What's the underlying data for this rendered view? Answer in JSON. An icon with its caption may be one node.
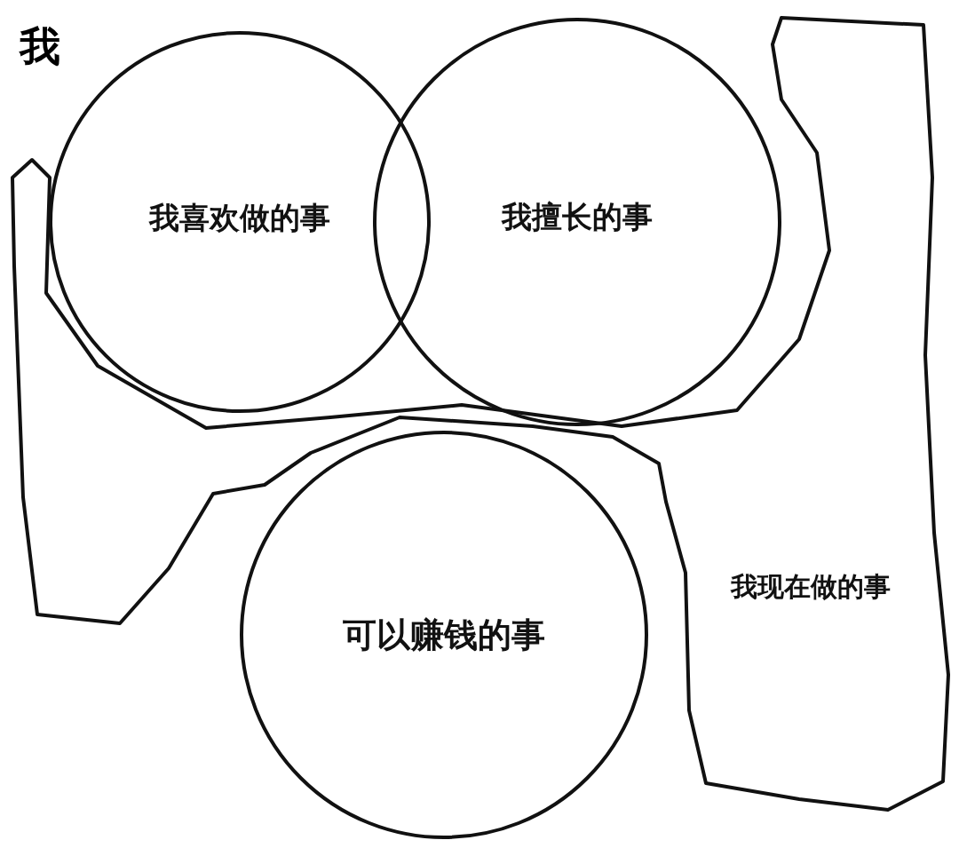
{
  "diagram": {
    "nodes": [
      {
        "text": [
          "我喜欢做的事"
        ]
      },
      {
        "text": [
          "我擅长的事"
        ]
      },
      {
        "text": [
          "可以赚钱的事"
        ]
      },
      {
        "text": [
          "我现在做的事"
        ]
      }
    ],
    "labels": [
      "我"
    ]
  }
}
